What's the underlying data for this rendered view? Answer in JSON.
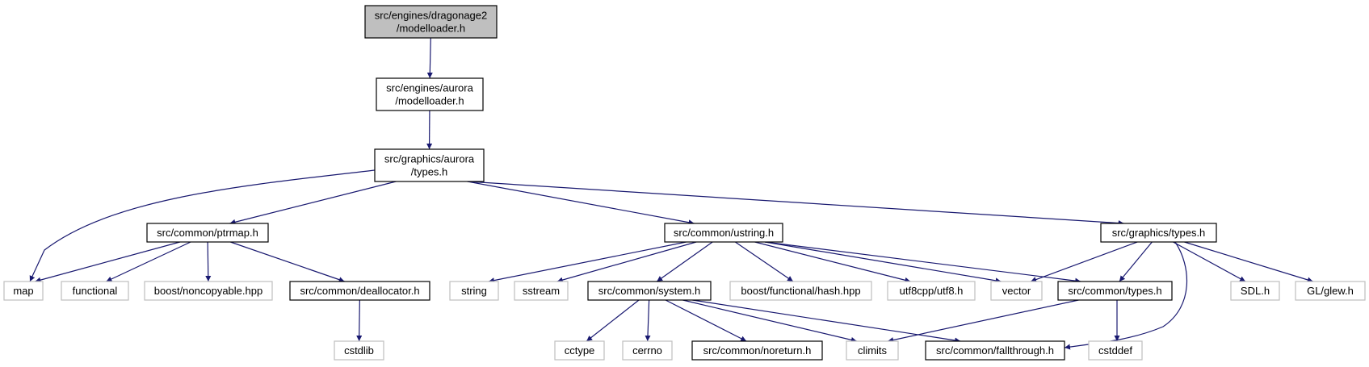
{
  "colors": {
    "edge": "#191970",
    "root_fill": "#bfbfbf",
    "local_border": "#000000",
    "external_border": "#bfbfbf",
    "background": "#ffffff"
  },
  "nodes": [
    {
      "id": "root",
      "lines": [
        "src/engines/dragonage2",
        "/modelloader.h"
      ],
      "kind": "root"
    },
    {
      "id": "aurora_modelloader",
      "lines": [
        "src/engines/aurora",
        "/modelloader.h"
      ],
      "kind": "local"
    },
    {
      "id": "aurora_types",
      "lines": [
        "src/graphics/aurora",
        "/types.h"
      ],
      "kind": "local"
    },
    {
      "id": "ptrmap",
      "lines": [
        "src/common/ptrmap.h"
      ],
      "kind": "local"
    },
    {
      "id": "ustring",
      "lines": [
        "src/common/ustring.h"
      ],
      "kind": "local"
    },
    {
      "id": "graphics_types",
      "lines": [
        "src/graphics/types.h"
      ],
      "kind": "local"
    },
    {
      "id": "map",
      "lines": [
        "map"
      ],
      "kind": "external"
    },
    {
      "id": "functional",
      "lines": [
        "functional"
      ],
      "kind": "external"
    },
    {
      "id": "noncopyable",
      "lines": [
        "boost/noncopyable.hpp"
      ],
      "kind": "external"
    },
    {
      "id": "deallocator",
      "lines": [
        "src/common/deallocator.h"
      ],
      "kind": "local"
    },
    {
      "id": "string",
      "lines": [
        "string"
      ],
      "kind": "external"
    },
    {
      "id": "sstream",
      "lines": [
        "sstream"
      ],
      "kind": "external"
    },
    {
      "id": "system",
      "lines": [
        "src/common/system.h"
      ],
      "kind": "local"
    },
    {
      "id": "hash",
      "lines": [
        "boost/functional/hash.hpp"
      ],
      "kind": "external"
    },
    {
      "id": "utf8",
      "lines": [
        "utf8cpp/utf8.h"
      ],
      "kind": "external"
    },
    {
      "id": "vector",
      "lines": [
        "vector"
      ],
      "kind": "external"
    },
    {
      "id": "common_types",
      "lines": [
        "src/common/types.h"
      ],
      "kind": "local"
    },
    {
      "id": "sdl",
      "lines": [
        "SDL.h"
      ],
      "kind": "external"
    },
    {
      "id": "glew",
      "lines": [
        "GL/glew.h"
      ],
      "kind": "external"
    },
    {
      "id": "cstdlib",
      "lines": [
        "cstdlib"
      ],
      "kind": "external"
    },
    {
      "id": "cctype",
      "lines": [
        "cctype"
      ],
      "kind": "external"
    },
    {
      "id": "cerrno",
      "lines": [
        "cerrno"
      ],
      "kind": "external"
    },
    {
      "id": "noreturn",
      "lines": [
        "src/common/noreturn.h"
      ],
      "kind": "local"
    },
    {
      "id": "climits",
      "lines": [
        "climits"
      ],
      "kind": "external"
    },
    {
      "id": "fallthrough",
      "lines": [
        "src/common/fallthrough.h"
      ],
      "kind": "local"
    },
    {
      "id": "cstddef",
      "lines": [
        "cstddef"
      ],
      "kind": "external"
    }
  ],
  "edges": [
    {
      "from": "root",
      "to": "aurora_modelloader"
    },
    {
      "from": "aurora_modelloader",
      "to": "aurora_types"
    },
    {
      "from": "aurora_types",
      "to": "map"
    },
    {
      "from": "aurora_types",
      "to": "ptrmap"
    },
    {
      "from": "aurora_types",
      "to": "ustring"
    },
    {
      "from": "aurora_types",
      "to": "graphics_types"
    },
    {
      "from": "ptrmap",
      "to": "map"
    },
    {
      "from": "ptrmap",
      "to": "functional"
    },
    {
      "from": "ptrmap",
      "to": "noncopyable"
    },
    {
      "from": "ptrmap",
      "to": "deallocator"
    },
    {
      "from": "deallocator",
      "to": "cstdlib"
    },
    {
      "from": "ustring",
      "to": "string"
    },
    {
      "from": "ustring",
      "to": "sstream"
    },
    {
      "from": "ustring",
      "to": "system"
    },
    {
      "from": "ustring",
      "to": "hash"
    },
    {
      "from": "ustring",
      "to": "utf8"
    },
    {
      "from": "ustring",
      "to": "vector"
    },
    {
      "from": "ustring",
      "to": "common_types"
    },
    {
      "from": "graphics_types",
      "to": "vector"
    },
    {
      "from": "graphics_types",
      "to": "common_types"
    },
    {
      "from": "graphics_types",
      "to": "fallthrough"
    },
    {
      "from": "graphics_types",
      "to": "sdl"
    },
    {
      "from": "graphics_types",
      "to": "glew"
    },
    {
      "from": "system",
      "to": "cctype"
    },
    {
      "from": "system",
      "to": "cerrno"
    },
    {
      "from": "system",
      "to": "noreturn"
    },
    {
      "from": "system",
      "to": "climits"
    },
    {
      "from": "system",
      "to": "fallthrough"
    },
    {
      "from": "common_types",
      "to": "climits"
    },
    {
      "from": "common_types",
      "to": "cstddef"
    }
  ]
}
